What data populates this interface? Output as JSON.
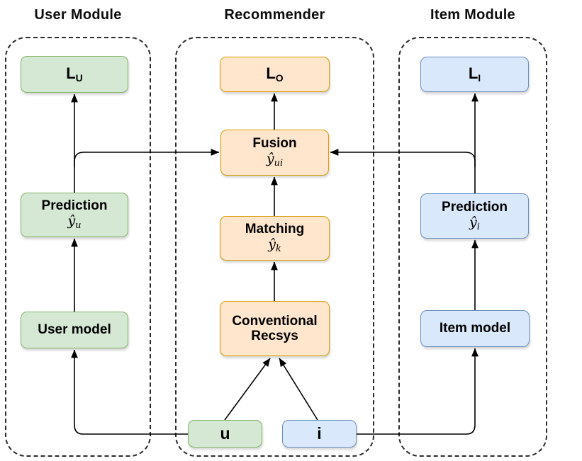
{
  "diagram": {
    "modules": {
      "user": {
        "title": "User Module"
      },
      "recommender": {
        "title": "Recommender"
      },
      "item": {
        "title": "Item Module"
      }
    },
    "nodes": {
      "loss_user": {
        "main": "L",
        "sub": "U"
      },
      "loss_overall": {
        "main": "L",
        "sub": "O"
      },
      "loss_item": {
        "main": "L",
        "sub": "I"
      },
      "prediction_user": {
        "label": "Prediction",
        "math_base": "ŷ",
        "math_sub": "u"
      },
      "fusion": {
        "label": "Fusion",
        "math_base": "ŷ",
        "math_sub": "ui"
      },
      "matching": {
        "label": "Matching",
        "math_base": "ŷ",
        "math_sub": "k"
      },
      "prediction_item": {
        "label": "Prediction",
        "math_base": "ŷ",
        "math_sub": "i"
      },
      "conventional": {
        "line1": "Conventional",
        "line2": "Recsys"
      },
      "user_model": {
        "label": "User model"
      },
      "item_model": {
        "label": "Item model"
      },
      "user_input": {
        "label": "u"
      },
      "item_input": {
        "label": "i"
      }
    },
    "colors": {
      "green_fill": "#d5e8d4",
      "green_stroke": "#82b366",
      "orange_fill": "#ffe6cc",
      "orange_stroke": "#d79b00",
      "blue_fill": "#dae8fc",
      "blue_stroke": "#6c8ebf",
      "edge": "#000000"
    }
  }
}
